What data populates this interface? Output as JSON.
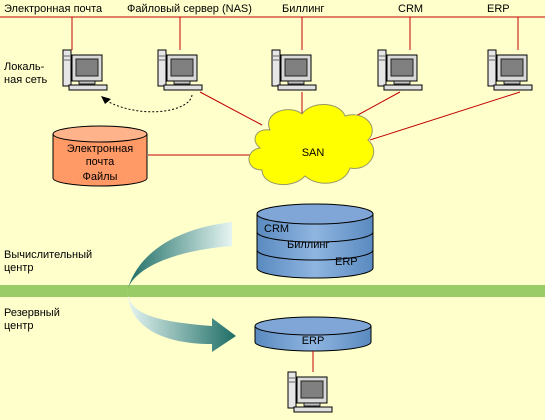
{
  "colors": {
    "background": "#FFFFCC",
    "network_line": "#C00000",
    "green_band": "#99CC66",
    "san_cloud": "#FFFF00",
    "local_storage": "#FF9966",
    "blue_storage": "#6699CC",
    "arrow_gradient_dark": "#1E6E66",
    "arrow_gradient_light": "#E6F5F2"
  },
  "labels": {
    "top": {
      "email": "Электронная почта",
      "nas": "Файловый сервер (NAS)",
      "billing": "Биллинг",
      "crm": "CRM",
      "erp": "ERP"
    },
    "lan": [
      "Локаль-",
      "ная сеть"
    ],
    "san": "SAN",
    "local_storage": [
      "Электронная",
      "почта",
      "Файлы"
    ],
    "compute_center": [
      "Вычислительный",
      "центр"
    ],
    "reserve_center": [
      "Резервный",
      "центр"
    ],
    "main_storage": [
      "CRM",
      "Биллинг",
      "ERP"
    ],
    "backup_storage": "ERP"
  },
  "icons": [
    "computer-icon",
    "database-cylinder-icon",
    "cloud-icon",
    "curved-arrow-icon"
  ]
}
